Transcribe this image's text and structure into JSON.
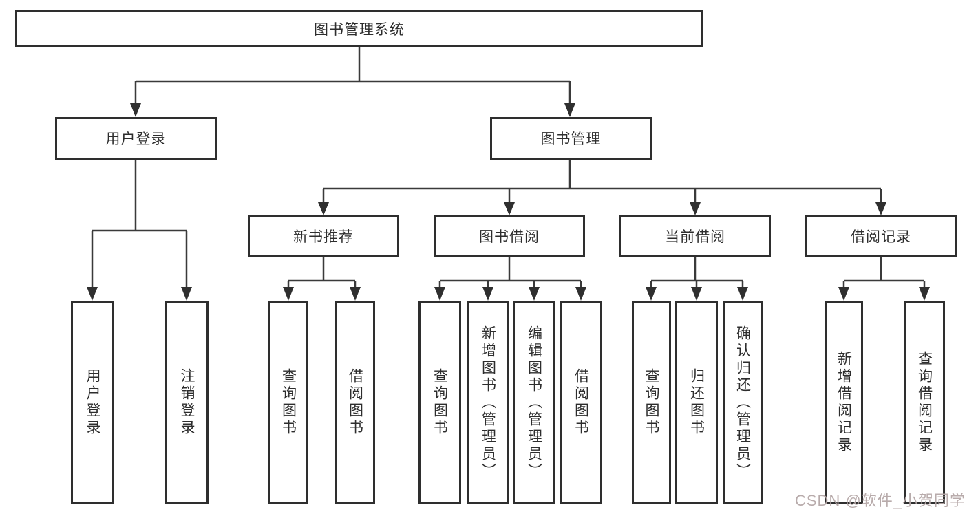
{
  "diagram": {
    "root": {
      "label": "图书管理系统"
    },
    "branches": [
      {
        "label": "用户登录",
        "children": [
          "用户登录",
          "注销登录"
        ]
      },
      {
        "label": "图书管理",
        "sections": [
          {
            "label": "新书推荐",
            "children": [
              "查询图书",
              "借阅图书"
            ]
          },
          {
            "label": "图书借阅",
            "children": [
              "查询图书",
              "新增图书（管理员）",
              "编辑图书（管理员）",
              "借阅图书"
            ]
          },
          {
            "label": "当前借阅",
            "children": [
              "查询图书",
              "归还图书",
              "确认归还（管理员）"
            ]
          },
          {
            "label": "借阅记录",
            "children": [
              "新增借阅记录",
              "查询借阅记录"
            ]
          }
        ]
      }
    ]
  },
  "watermark": {
    "text": "CSDN @软件_小贺同学",
    "color": "#b5a7a7"
  },
  "colors": {
    "line": "#3a3a3a",
    "arrow": "#2f2f2f",
    "box_border": "#2e2e2e",
    "text": "#2d2d2d",
    "background": "#ffffff"
  }
}
